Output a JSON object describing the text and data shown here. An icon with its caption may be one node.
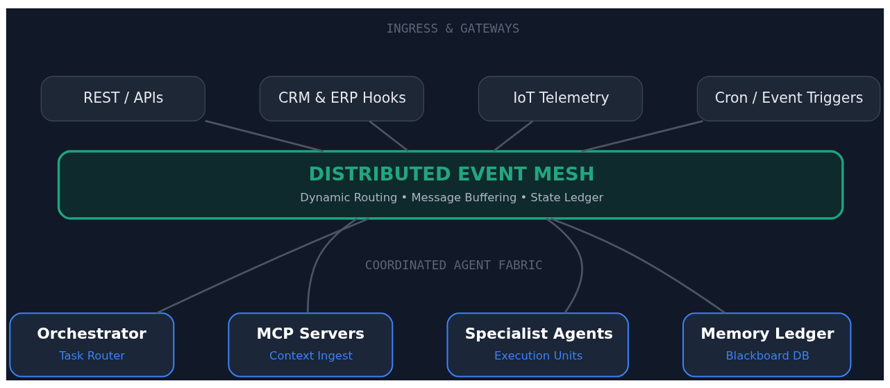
{
  "diagram": {
    "nodes": [
      {
        "text": [
          "REST / APIs"
        ]
      },
      {
        "text": [
          "CRM & ERP Hooks"
        ]
      },
      {
        "text": [
          "IoT Telemetry"
        ]
      },
      {
        "text": [
          "Cron / Event Triggers"
        ]
      },
      {
        "text": [
          "DISTRIBUTED EVENT MESH",
          "Dynamic Routing • Message Buffering • State Ledger"
        ]
      },
      {
        "text": [
          "Orchestrator",
          "Task Router"
        ]
      },
      {
        "text": [
          "MCP Servers",
          "Context Ingest"
        ]
      },
      {
        "text": [
          "Specialist Agents",
          "Execution Units"
        ]
      },
      {
        "text": [
          "Memory Ledger",
          "Blackboard DB"
        ]
      }
    ],
    "edges": [
      {
        "from": 0,
        "to": 4,
        "arrow": "none"
      },
      {
        "from": 1,
        "to": 4,
        "arrow": "none"
      },
      {
        "from": 2,
        "to": 4,
        "arrow": "none"
      },
      {
        "from": 3,
        "to": 4,
        "arrow": "none"
      },
      {
        "from": 4,
        "to": 5,
        "arrow": "none"
      },
      {
        "from": 4,
        "to": 6,
        "arrow": "none"
      },
      {
        "from": 4,
        "to": 7,
        "arrow": "none"
      },
      {
        "from": 4,
        "to": 8,
        "arrow": "none"
      }
    ],
    "labels": [
      "INGRESS & GATEWAYS",
      "COORDINATED AGENT FABRIC"
    ]
  }
}
